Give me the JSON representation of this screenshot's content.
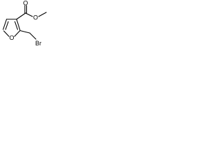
{
  "molecule": {
    "atoms": {
      "ring_oxygen": "O",
      "carbonyl_oxygen": "O",
      "ester_oxygen": "O",
      "bromine": "Br"
    }
  }
}
